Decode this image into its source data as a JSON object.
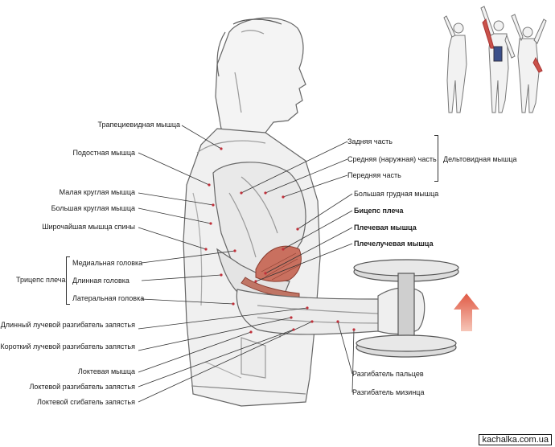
{
  "labels": {
    "trapezius": "Трапециевидная мышца",
    "infraspinatus": "Подостная мышца",
    "teres_minor": "Малая круглая мышца",
    "teres_major": "Большая круглая мышца",
    "latissimus": "Широчайшая мышца спины",
    "triceps_group": "Трицепс плеча",
    "triceps_medial": "Медиальная головка",
    "triceps_long": "Длинная головка",
    "triceps_lateral": "Латеральная головка",
    "ext_carpi_radialis_longus": "Длинный лучевой разгибатель запястья",
    "ext_carpi_radialis_brevis": "Короткий лучевой разгибатель запястья",
    "anconeus": "Локтевая мышца",
    "ext_carpi_ulnaris": "Локтевой разгибатель запястья",
    "flex_carpi_ulnaris": "Локтевой сгибатель запястья",
    "deltoid_posterior": "Задняя часть",
    "deltoid_middle": "Средняя (наружная) часть",
    "deltoid_anterior": "Передняя часть",
    "deltoid_group": "Дельтовидная мышца",
    "pectoralis_major": "Большая грудная мышца",
    "biceps": "Бицепс плеча",
    "brachialis": "Плечевая мышца",
    "brachioradialis": "Плечелучевая мышца",
    "ext_digitorum": "Разгибатель пальцев",
    "ext_digiti_minimi": "Разгибатель мизинца"
  },
  "website": "kachalka.com.ua",
  "colors": {
    "highlight_muscle": "#c0604f",
    "arrow": "#e8806a",
    "outline": "#666666"
  }
}
